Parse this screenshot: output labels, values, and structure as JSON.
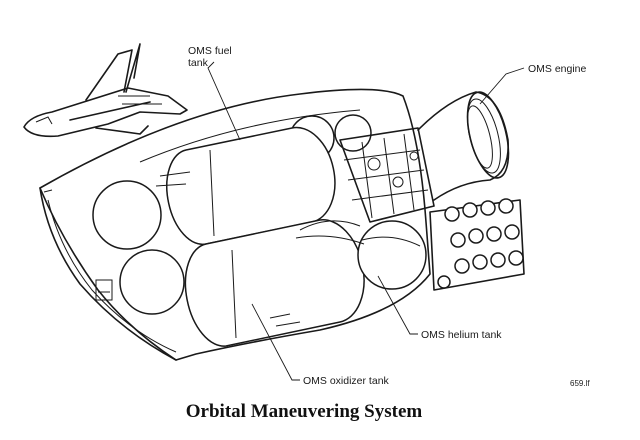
{
  "caption": "Orbital Maneuvering System",
  "figure_number": "659.lf",
  "labels": {
    "fuel_tank_line1": "OMS fuel",
    "fuel_tank_line2": "tank",
    "engine": "OMS engine",
    "helium_tank": "OMS helium tank",
    "oxidizer_tank": "OMS oxidizer tank"
  }
}
